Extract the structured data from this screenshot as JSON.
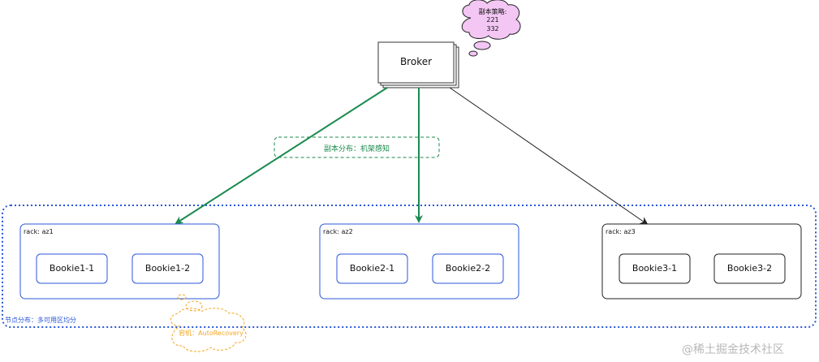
{
  "broker": {
    "label": "Broker"
  },
  "replica_policy": {
    "title": "副本策略:",
    "line1": "221",
    "line2": "332"
  },
  "edge_label": "副本分布：机架感知",
  "node_distribution": "节点分布：多可用区均分",
  "crash_note": "宕机：AutoRecovery",
  "racks": [
    {
      "label": "rack: az1",
      "bookies": [
        "Bookie1-1",
        "Bookie1-2"
      ]
    },
    {
      "label": "rack: az2",
      "bookies": [
        "Bookie2-1",
        "Bookie2-2"
      ]
    },
    {
      "label": "rack: az3",
      "bookies": [
        "Bookie3-1",
        "Bookie3-2"
      ]
    }
  ],
  "watermark": "@稀土掘金技术社区",
  "colors": {
    "green": "#1a8a4e",
    "blue": "#2b57d9",
    "orange": "#f5a623",
    "pink": "#f3c6f3",
    "black": "#222222"
  }
}
